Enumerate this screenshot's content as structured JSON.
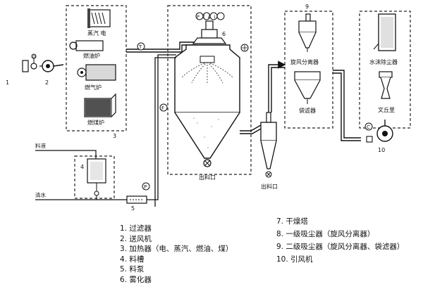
{
  "labels": {
    "steam_electric": "蒸汽 电",
    "oil_furnace": "燃油炉",
    "gas_furnace": "燃气炉",
    "coal_furnace": "燃煤炉",
    "water_dust_collector": "水沫除尘器",
    "venturi": "文丘里",
    "cyclone_separator": "旋风分离器",
    "bag_filter": "袋滤器",
    "discharge_1": "出料口",
    "discharge_2": "出料口",
    "feed_liquid": "料液",
    "clean_water": "清水",
    "sensor_p": "P",
    "sensor_t": "T",
    "sensor_f": "F",
    "instrument_ptai": "PTAI"
  },
  "numbers": {
    "n1": "1",
    "n2": "2",
    "n3": "3",
    "n4": "4",
    "n5": "5",
    "n6": "6",
    "n9": "9",
    "n10": "10"
  },
  "legend_left": [
    "1. 过滤器",
    "2. 送风机",
    "3. 加热器（电、蒸汽、燃油、煤）",
    "4. 料槽",
    "5. 料泵",
    "6. 雾化器"
  ],
  "legend_right": [
    "7. 干燥塔",
    "8. 一级吸尘器（旋风分离器）",
    "9. 二级吸尘器（旋风分离器、袋滤器）",
    "10. 引风机"
  ]
}
